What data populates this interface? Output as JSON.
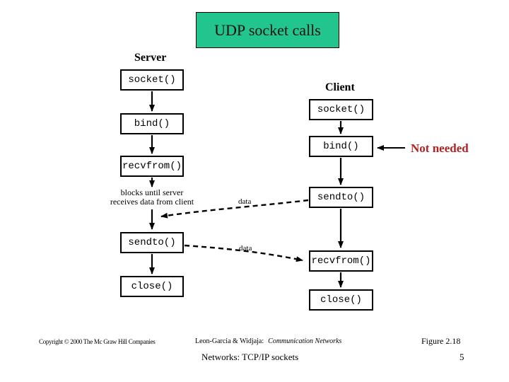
{
  "slide": {
    "title": "UDP socket calls",
    "title_bg": "#23C58F"
  },
  "diagram": {
    "server": {
      "label": "Server",
      "calls": [
        "socket()",
        "bind()",
        "recvfrom()",
        "sendto()",
        "close()"
      ]
    },
    "client": {
      "label": "Client",
      "calls": [
        "socket()",
        "bind()",
        "sendto()",
        "recvfrom()",
        "close()"
      ]
    },
    "annotations": {
      "not_needed": "Not needed",
      "not_needed_color": "#B22222",
      "blocks_line1": "blocks until server",
      "blocks_line2": "receives data from client",
      "data_label_client_to_server": "data",
      "data_label_server_to_client": "data"
    }
  },
  "footer": {
    "copyright": "Copyright © 2000 The Mc Graw Hill Companies",
    "attribution": "Leon-Garcia & Widjaja:",
    "book_title": "Communication Networks",
    "figure": "Figure 2.18",
    "context": "Networks: TCP/IP sockets",
    "page_number": "5"
  }
}
